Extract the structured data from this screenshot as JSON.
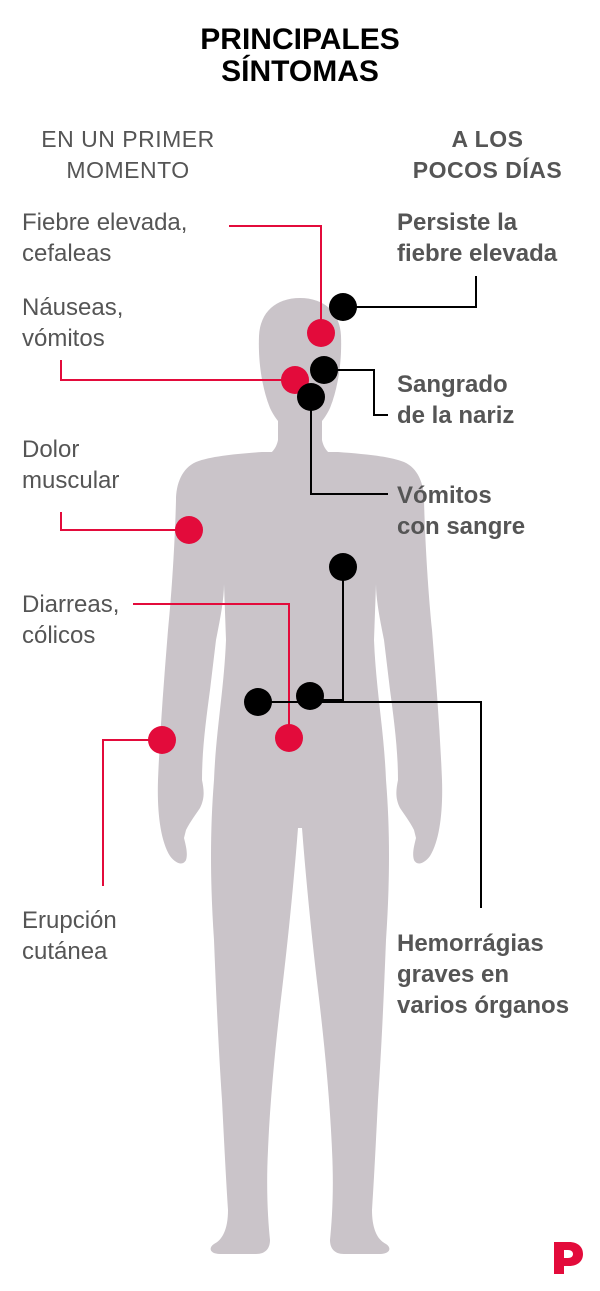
{
  "title": {
    "line1": "PRINCIPALES",
    "line2": "SÍNTOMAS"
  },
  "columns": {
    "early": {
      "line1": "EN UN PRIMER",
      "line2": "MOMENTO"
    },
    "late": {
      "line1": "A LOS",
      "line2": "POCOS DÍAS"
    }
  },
  "early_symptoms": [
    {
      "line1": "Fiebre elevada,",
      "line2": "cefaleas"
    },
    {
      "line1": "Náuseas,",
      "line2": "vómitos"
    },
    {
      "line1": "Dolor",
      "line2": "muscular"
    },
    {
      "line1": "Diarreas,",
      "line2": "cólicos"
    },
    {
      "line1": "Erupción",
      "line2": "cutánea"
    }
  ],
  "late_symptoms": [
    {
      "line1": "Persiste la",
      "line2": "fiebre elevada"
    },
    {
      "line1": "Sangrado",
      "line2": "de la nariz"
    },
    {
      "line1": "Vómitos",
      "line2": "con sangre"
    },
    {
      "line1": "Hemorrágias",
      "line2": "graves en",
      "line3": "varios órganos"
    }
  ],
  "colors": {
    "early": "#e30b3b",
    "late": "#000000",
    "body": "#cac4c9",
    "text": "#555555",
    "logo": "#e30b3b"
  },
  "icons": {
    "logo": "publisher-logo-icon"
  }
}
